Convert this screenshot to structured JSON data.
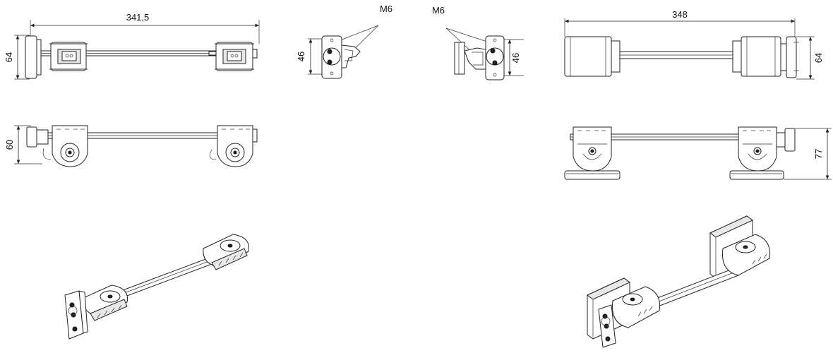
{
  "dimensions": {
    "view1_length": "341,5",
    "view1_height": "64",
    "view2_height": "46",
    "view2_thread": "M6",
    "view3_thread": "M6",
    "view3_height": "46",
    "view4_length": "348",
    "view4_height": "64",
    "view5_height": "60",
    "view6_height": "77"
  }
}
